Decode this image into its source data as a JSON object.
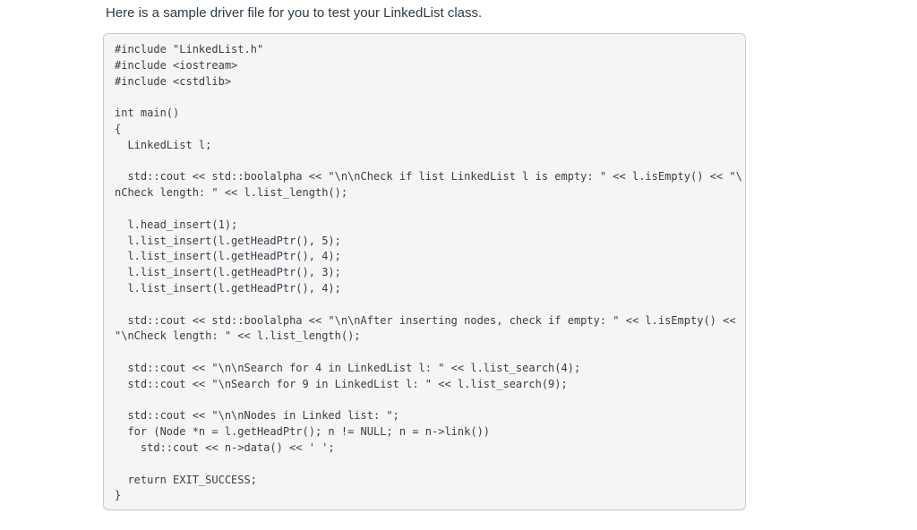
{
  "page": {
    "background": "#ffffff"
  },
  "intro": {
    "text": "Here is a sample driver file for you to test your LinkedList class."
  },
  "code_block": {
    "language": "cpp",
    "background_color": "#f5f5f5",
    "border_color": "#c7cdd1",
    "text_color": "#35404a",
    "lines": [
      "#include \"LinkedList.h\"",
      "#include <iostream>",
      "#include <cstdlib>",
      "",
      "int main()",
      "{",
      "  LinkedList l;",
      "",
      "  std::cout << std::boolalpha << \"\\n\\nCheck if list LinkedList l is empty: \" << l.isEmpty() << \"\\",
      "nCheck length: \" << l.list_length();",
      "",
      "  l.head_insert(1);",
      "  l.list_insert(l.getHeadPtr(), 5);",
      "  l.list_insert(l.getHeadPtr(), 4);",
      "  l.list_insert(l.getHeadPtr(), 3);",
      "  l.list_insert(l.getHeadPtr(), 4);",
      "",
      "  std::cout << std::boolalpha << \"\\n\\nAfter inserting nodes, check if empty: \" << l.isEmpty() <<",
      "\"\\nCheck length: \" << l.list_length();",
      "",
      "  std::cout << \"\\n\\nSearch for 4 in LinkedList l: \" << l.list_search(4);",
      "  std::cout << \"\\nSearch for 9 in LinkedList l: \" << l.list_search(9);",
      "",
      "  std::cout << \"\\n\\nNodes in Linked list: \";",
      "  for (Node *n = l.getHeadPtr(); n != NULL; n = n->link())",
      "    std::cout << n->data() << ' ';",
      "",
      "  return EXIT_SUCCESS;",
      "}"
    ]
  }
}
